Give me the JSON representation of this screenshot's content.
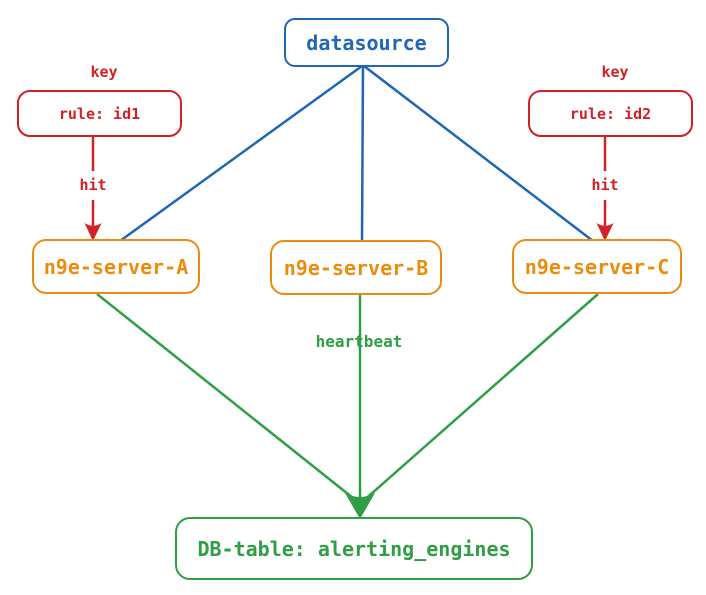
{
  "colors": {
    "datasource_blue": "#1f66b3",
    "rule_red": "#d02127",
    "server_orange": "#ec8c0f",
    "db_green": "#2f9e44",
    "background": "#ffffff"
  },
  "nodes": {
    "datasource": {
      "label": "datasource"
    },
    "rule1": {
      "label": "rule: id1"
    },
    "rule2": {
      "label": "rule: id2"
    },
    "serverA": {
      "label": "n9e-server-A"
    },
    "serverB": {
      "label": "n9e-server-B"
    },
    "serverC": {
      "label": "n9e-server-C"
    },
    "dbTable": {
      "label": "DB-table: alerting_engines"
    }
  },
  "labels": {
    "key_left": "key",
    "key_right": "key",
    "hit_left": "hit",
    "hit_right": "hit",
    "heartbeat": "heartbeat"
  },
  "edges": [
    {
      "from": "datasource",
      "to": "n9e-server-A",
      "color": "#1f66b3",
      "arrow": false
    },
    {
      "from": "datasource",
      "to": "n9e-server-B",
      "color": "#1f66b3",
      "arrow": false
    },
    {
      "from": "datasource",
      "to": "n9e-server-C",
      "color": "#1f66b3",
      "arrow": false
    },
    {
      "from": "rule: id1",
      "to": "n9e-server-A",
      "label": "hit",
      "caption": "key",
      "color": "#d02127",
      "arrow": true
    },
    {
      "from": "rule: id2",
      "to": "n9e-server-C",
      "label": "hit",
      "caption": "key",
      "color": "#d02127",
      "arrow": true
    },
    {
      "from": "n9e-server-A",
      "to": "DB-table: alerting_engines",
      "color": "#2f9e44",
      "arrow": true
    },
    {
      "from": "n9e-server-B",
      "to": "DB-table: alerting_engines",
      "label": "heartbeat",
      "color": "#2f9e44",
      "arrow": true
    },
    {
      "from": "n9e-server-C",
      "to": "DB-table: alerting_engines",
      "color": "#2f9e44",
      "arrow": true
    }
  ]
}
